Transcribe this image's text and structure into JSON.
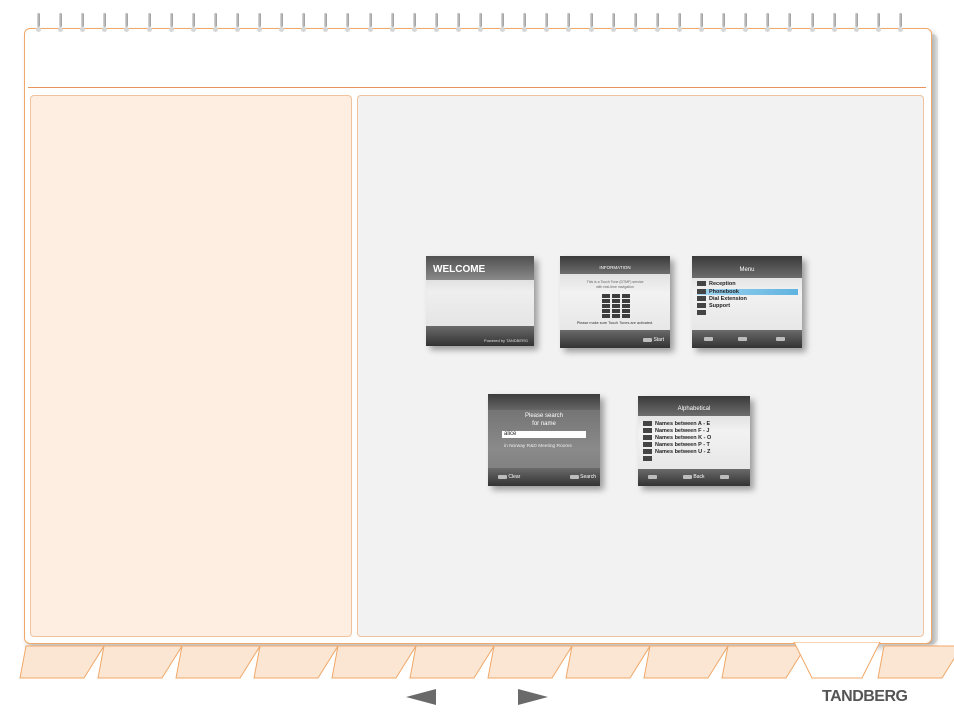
{
  "brand": {
    "logo_text": "TANDBERG"
  },
  "screens": {
    "welcome": {
      "title": "WELCOME",
      "footer": "Powered by TANDBERG"
    },
    "information": {
      "title": "INFORMATION",
      "text_line1": "This is a Touch Tone (DTMF) service",
      "text_line2": "with real-time navigation",
      "note": "Please make sure Touch Tones are activated.",
      "start_label": "Start"
    },
    "menu": {
      "title": "Menu",
      "items": [
        "Reception",
        "Phonebook",
        "Dial Extension",
        "Support",
        ""
      ],
      "selected_index": 1
    },
    "search": {
      "prompt_line1": "Please search",
      "prompt_line2": "for name",
      "input_value": "alice",
      "location": "in Norway R&D Meeting Rooms",
      "clear_label": "Clear",
      "search_label": "Search"
    },
    "alphabetical": {
      "title": "Alphabetical",
      "items": [
        "Names between A - E",
        "Names between F - J",
        "Names between K - O",
        "Names between P - T",
        "Names between U - Z",
        ""
      ],
      "back_label": "Back"
    }
  },
  "colors": {
    "accent": "#e7955a",
    "left_panel": "#fdeee1",
    "right_panel": "#f2f2f2",
    "selection": "#7fc4e8"
  },
  "nav": {
    "prev_icon": "left-arrow-icon",
    "next_icon": "right-arrow-icon",
    "tab_count": 12,
    "active_tab": 10
  }
}
